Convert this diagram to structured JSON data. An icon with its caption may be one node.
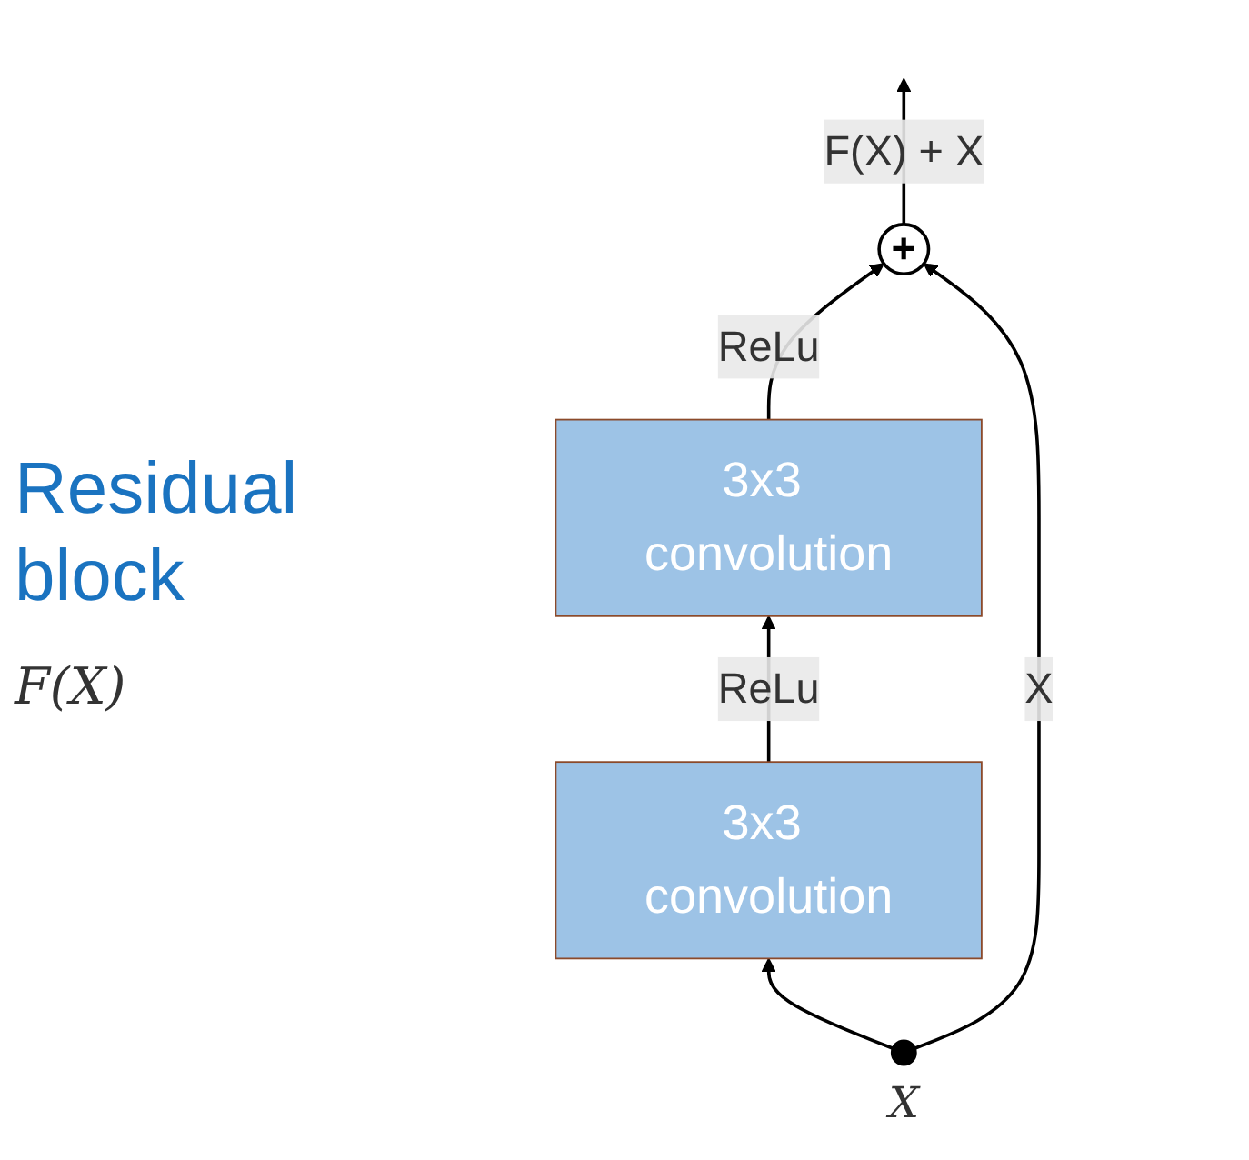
{
  "diagram": {
    "nodes": [
      {
        "text": [
          "+"
        ]
      },
      {
        "text": [
          "3x3 convolution"
        ]
      },
      {
        "text": [
          "3x3 convolution"
        ]
      },
      {
        "text": [],
        "shape": "circle",
        "beside": [
          "X"
        ]
      }
    ],
    "edges": [
      {
        "from": 3,
        "to": 2,
        "arrow": "to"
      },
      {
        "from": 2,
        "to": 1,
        "arrow": "to",
        "label": "ReLu"
      },
      {
        "from": 1,
        "to": 0,
        "arrow": "to",
        "label": "ReLu"
      },
      {
        "from": 3,
        "to": 0,
        "arrow": "to",
        "label": "X"
      },
      {
        "from": 0,
        "to": null,
        "arrow": "to",
        "label": "F(X) + X"
      }
    ],
    "labels": [
      "Residual block",
      "F(X)"
    ]
  }
}
